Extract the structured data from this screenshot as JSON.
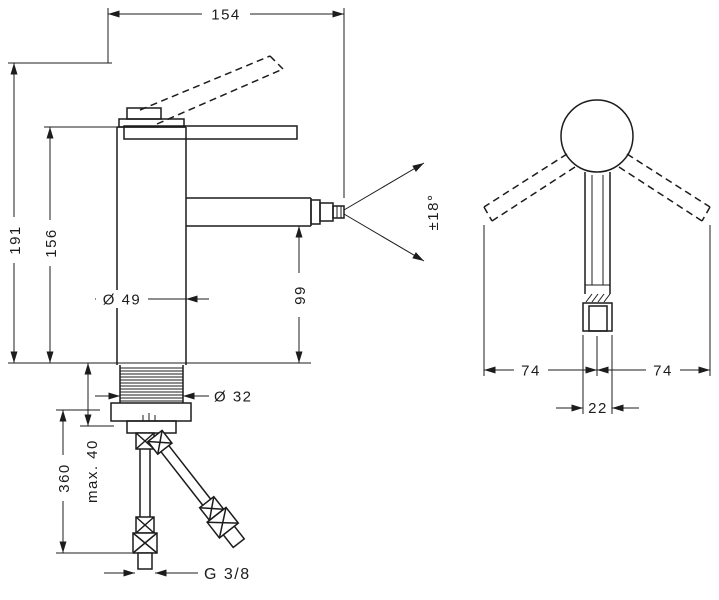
{
  "drawing": {
    "front_view": {
      "dim_spout_reach": "154",
      "dim_height_total": "191",
      "dim_height_upper": "156",
      "dim_body_diameter": "Ø 49",
      "dim_spout_height": "99",
      "dim_swivel_angle": "±18°",
      "dim_shank_diameter": "Ø 32",
      "dim_hose_length": "360",
      "dim_mounting_max": "max. 40",
      "dim_connection_thread": "G 3/8"
    },
    "side_view": {
      "dim_handle_reach_left": "74",
      "dim_handle_reach_right": "74",
      "dim_body_width": "22"
    }
  }
}
